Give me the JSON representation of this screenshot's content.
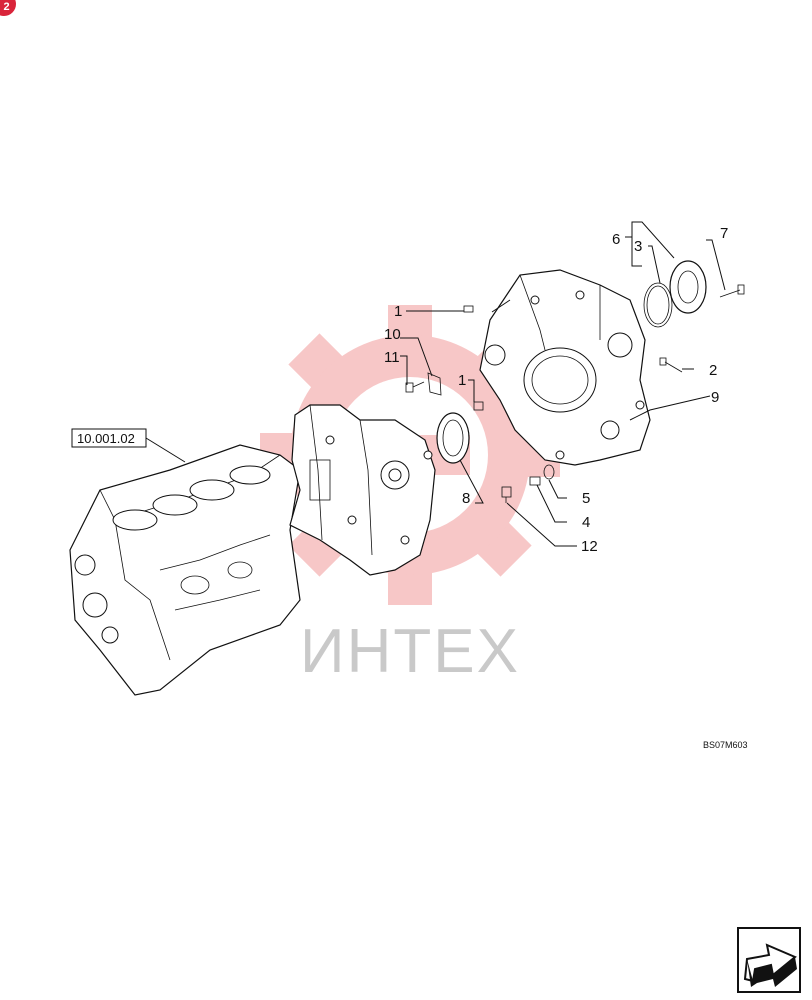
{
  "badge": {
    "text": "2"
  },
  "watermark": {
    "text": "ИНТЕХ",
    "gear_color": "#f29a9a"
  },
  "drawing_code": "BS07M603",
  "reference_box": "10.001.02",
  "callouts": {
    "c1a": "1",
    "c1b": "1",
    "c2": "2",
    "c3": "3",
    "c4": "4",
    "c5": "5",
    "c6": "6",
    "c7": "7",
    "c8": "8",
    "c9": "9",
    "c10": "10",
    "c11": "11",
    "c12": "12"
  },
  "nav": {
    "icon": "next-page-arrow-icon"
  }
}
